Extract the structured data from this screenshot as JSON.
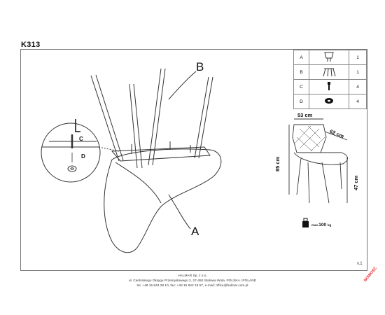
{
  "model": "K313",
  "parts": [
    {
      "letter": "A",
      "icon": "chair-seat-icon",
      "qty": "1"
    },
    {
      "letter": "B",
      "icon": "chair-legs-icon",
      "qty": "1"
    },
    {
      "letter": "C",
      "icon": "screw-icon",
      "qty": "4"
    },
    {
      "letter": "D",
      "icon": "washer-icon",
      "qty": "4"
    }
  ],
  "callouts": {
    "a": "A",
    "b": "B",
    "c": "C",
    "d": "D"
  },
  "dimensions": {
    "width": "53 cm",
    "depth": "62 cm",
    "height": "85 cm",
    "seat_height": "47 cm"
  },
  "max_load": {
    "prefix": "max.",
    "value": "100",
    "unit": "kg"
  },
  "version": "v.1",
  "footer": {
    "company": "HALMAR Sp. z o.o.",
    "address": "ul. Centralnego Okręgu Przemysłowego 2, 37-450 Stalowa Wola, POLSKA / POLAND",
    "contact": "tel. +48 15 843 28 10, fax: +48 15 842 19 57, e-mail: office@halmar.com.pl"
  },
  "stamp": "NOWOŚĆ"
}
